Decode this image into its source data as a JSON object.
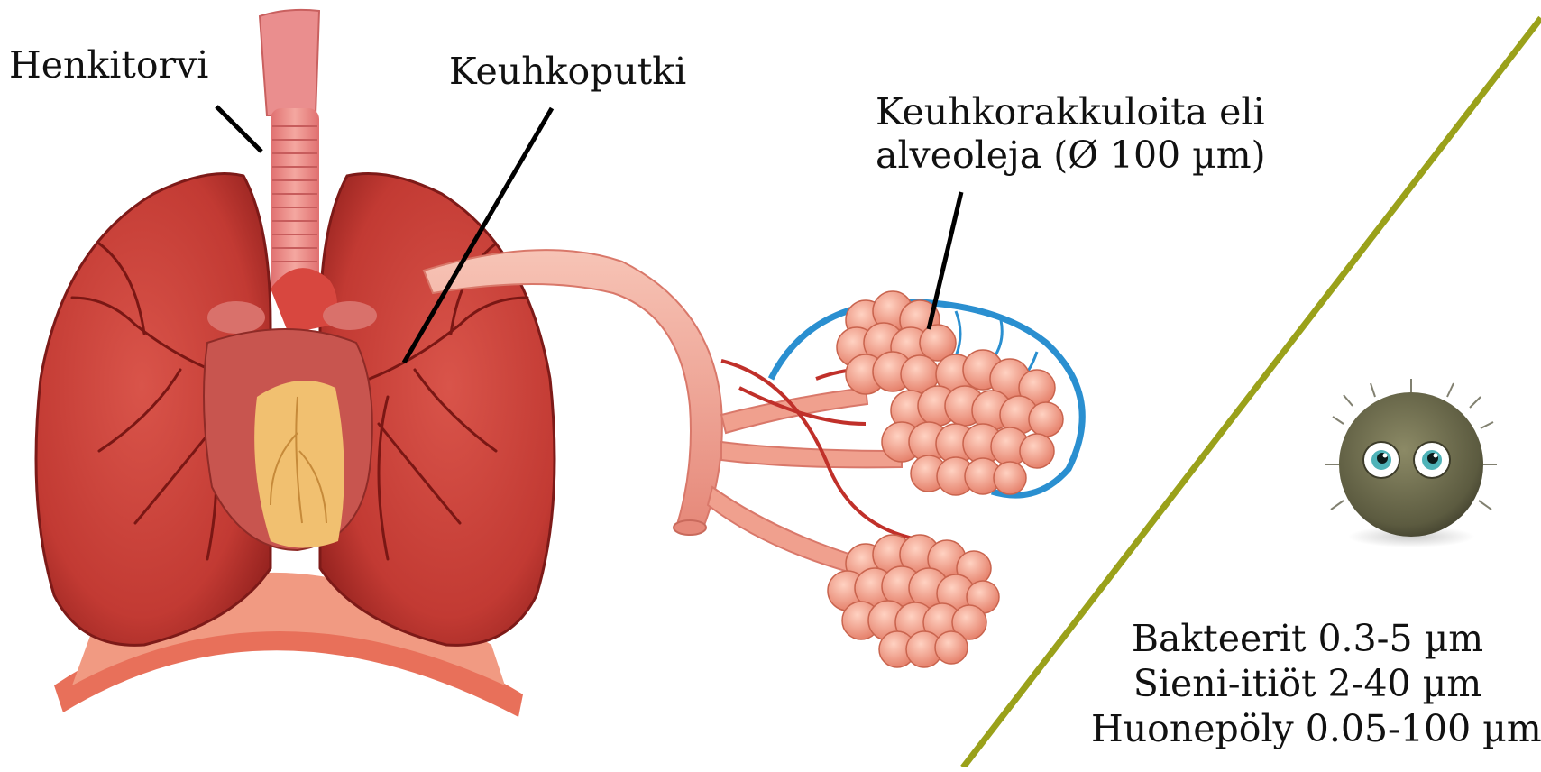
{
  "labels": {
    "trachea": "Henkitorvi",
    "bronchus": "Keuhkoputki",
    "alveoli_line1": "Keuhkorakkuloita eli",
    "alveoli_line2": "alveoleja (Ø 100 µm)"
  },
  "particle_sizes": [
    "Bakteerit 0.3-5 µm",
    "Sieni-itiöt 2-40 µm",
    "Huonepöly 0.05-100 µm"
  ],
  "colors": {
    "lung": "#c8433a",
    "lung_dark": "#8e1f1c",
    "trachea": "#e88a8a",
    "heart": "#c85a55",
    "heart_fat": "#f2c478",
    "alveoli": "#f19b80",
    "capillary_blue": "#2a8fd0",
    "capillary_red": "#c0302a",
    "divider": "#9aa11a",
    "dust_ball": "#6b6a4c"
  }
}
